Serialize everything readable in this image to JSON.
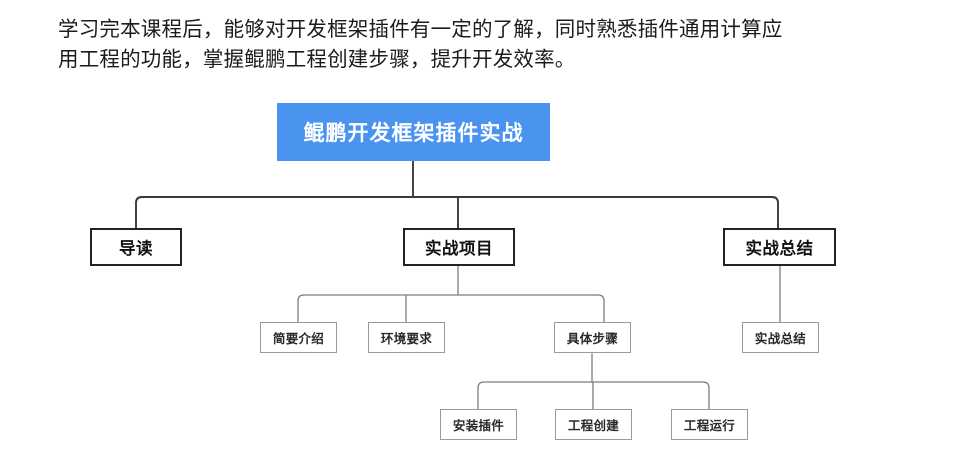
{
  "slide": {
    "background_color": "#ffffff",
    "intro_text": "学习完本课程后，能够对开发框架插件有一定的了解，同时熟悉插件通用计算应\n用工程的功能，掌握鲲鹏工程创建步骤，提升开发效率。"
  },
  "diagram": {
    "type": "tree",
    "accent_color": "#4a93ee",
    "root": {
      "label": "鲲鹏开发框架插件实战"
    },
    "level2": [
      {
        "label": "导读"
      },
      {
        "label": "实战项目"
      },
      {
        "label": "实战总结"
      }
    ],
    "level3": [
      {
        "label": "简要介绍"
      },
      {
        "label": "环境要求"
      },
      {
        "label": "具体步骤"
      },
      {
        "label": "实战总结"
      }
    ],
    "level4": [
      {
        "label": "安装插件"
      },
      {
        "label": "工程创建"
      },
      {
        "label": "工程运行"
      }
    ]
  }
}
